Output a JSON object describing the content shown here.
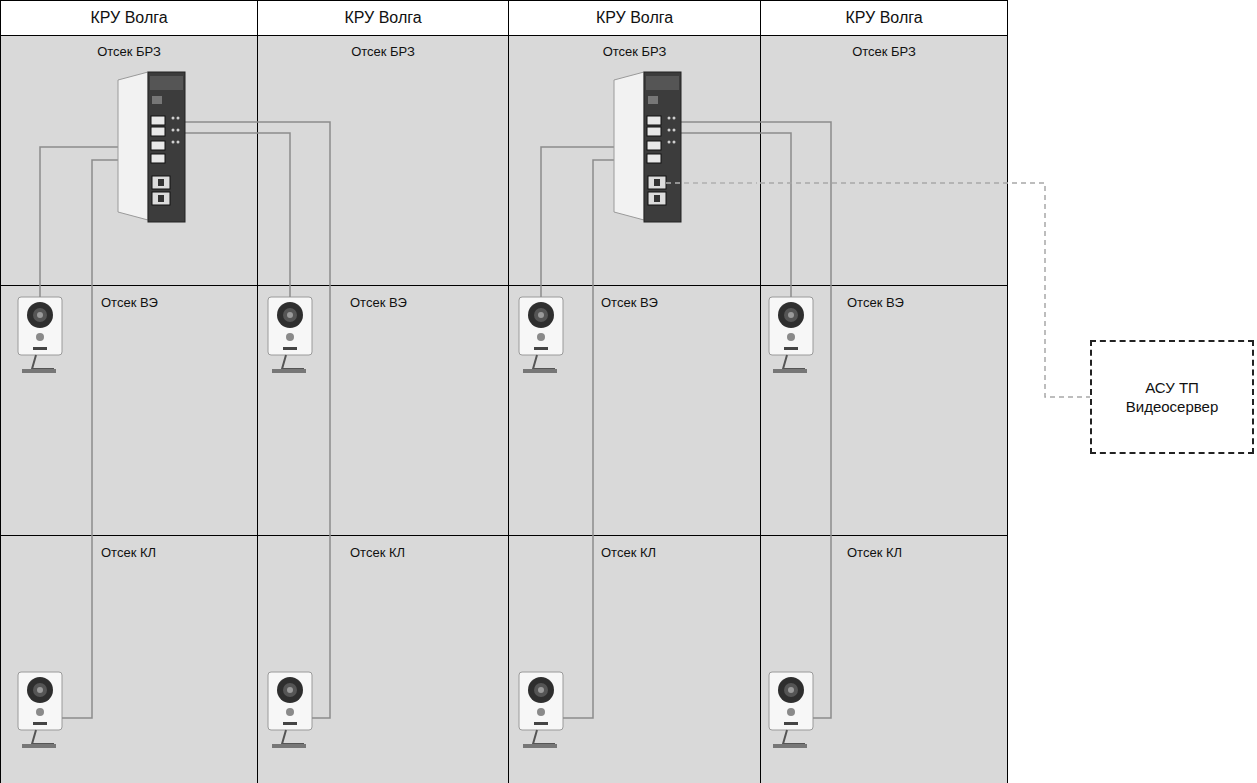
{
  "diagram": {
    "nodes": [
      {
        "text": [
          "КРУ Волга"
        ]
      },
      {
        "text": [
          "Отсек БРЗ"
        ],
        "in": 0
      },
      {
        "text": [
          "Отсек ВЭ"
        ],
        "in": 0
      },
      {
        "text": [
          "Отсек КЛ"
        ],
        "in": 0
      },
      {
        "text": [
          "КРУ Волга"
        ]
      },
      {
        "text": [
          "Отсек БРЗ"
        ],
        "in": 4
      },
      {
        "text": [
          "Отсек ВЭ"
        ],
        "in": 4
      },
      {
        "text": [
          "Отсек КЛ"
        ],
        "in": 4
      },
      {
        "text": [
          "КРУ Волга"
        ]
      },
      {
        "text": [
          "Отсек БРЗ"
        ],
        "in": 8
      },
      {
        "text": [
          "Отсек ВЭ"
        ],
        "in": 8
      },
      {
        "text": [
          "Отсек КЛ"
        ],
        "in": 8
      },
      {
        "text": [
          "КРУ Волга"
        ]
      },
      {
        "text": [
          "Отсек БРЗ"
        ],
        "in": 12
      },
      {
        "text": [
          "Отсек ВЭ"
        ],
        "in": 12
      },
      {
        "text": [
          "Отсек КЛ"
        ],
        "in": 12
      },
      {
        "text": [
          "АСУ ТП Видеосервер"
        ]
      }
    ],
    "edges": [
      {
        "from": 9,
        "to": 16,
        "arrow": "none"
      }
    ]
  }
}
